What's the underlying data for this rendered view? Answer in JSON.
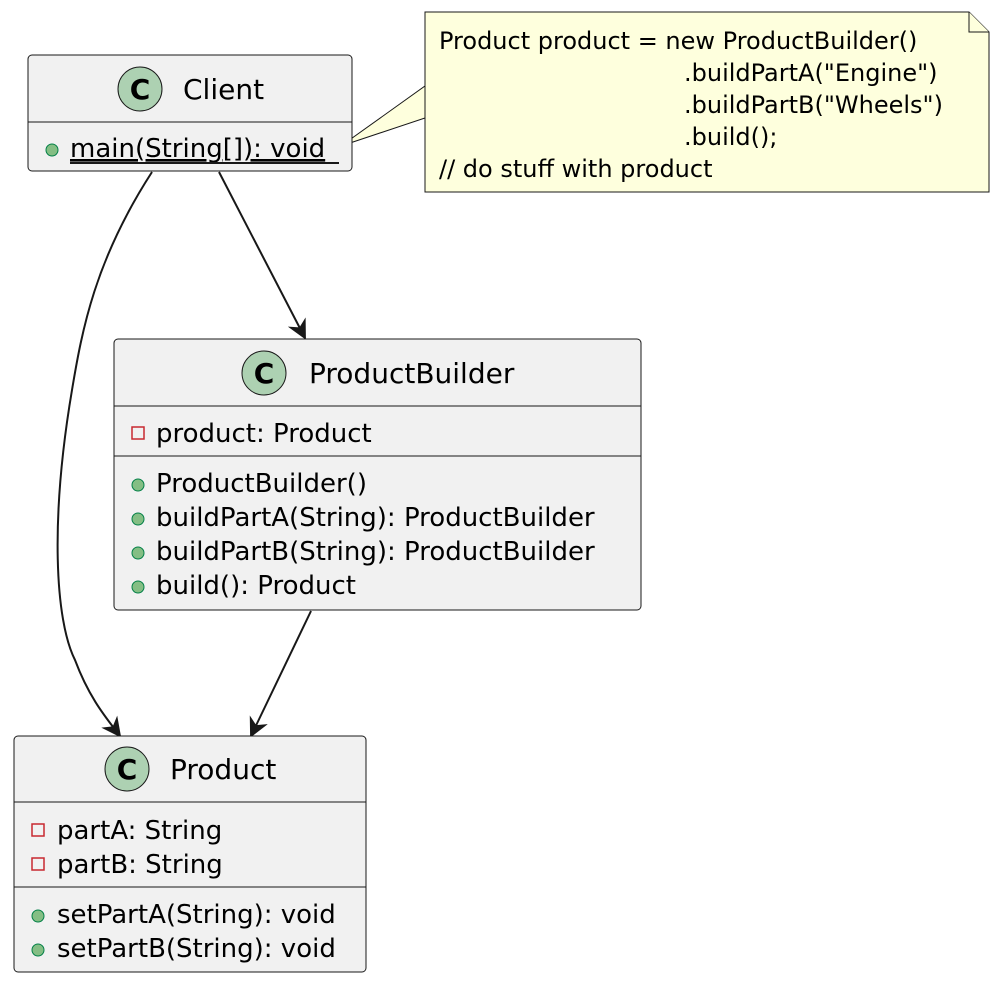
{
  "diagram": {
    "type": "uml-class-diagram",
    "colors": {
      "class_fill": "#F1F1F1",
      "class_border": "#181818",
      "circle_fill": "#ADD1B2",
      "circle_border": "#181818",
      "public_marker": "#84BE84",
      "public_marker_border": "#038048",
      "private_marker_border": "#C82930",
      "note_fill": "#FEFFDD",
      "note_border": "#181818",
      "arrow": "#181818"
    },
    "classes": {
      "client": {
        "stereotype_letter": "C",
        "name": "Client",
        "attributes": [],
        "methods": [
          {
            "visibility": "public",
            "text": "main(String[]): void",
            "static": true
          }
        ]
      },
      "product_builder": {
        "stereotype_letter": "C",
        "name": "ProductBuilder",
        "attributes": [
          {
            "visibility": "private",
            "text": "product: Product"
          }
        ],
        "methods": [
          {
            "visibility": "public",
            "text": "ProductBuilder()"
          },
          {
            "visibility": "public",
            "text": "buildPartA(String): ProductBuilder"
          },
          {
            "visibility": "public",
            "text": "buildPartB(String): ProductBuilder"
          },
          {
            "visibility": "public",
            "text": "build(): Product"
          }
        ]
      },
      "product": {
        "stereotype_letter": "C",
        "name": "Product",
        "attributes": [
          {
            "visibility": "private",
            "text": "partA: String"
          },
          {
            "visibility": "private",
            "text": "partB: String"
          }
        ],
        "methods": [
          {
            "visibility": "public",
            "text": "setPartA(String): void"
          },
          {
            "visibility": "public",
            "text": "setPartB(String): void"
          }
        ]
      }
    },
    "note": {
      "lines": [
        "Product product = new ProductBuilder()",
        ".buildPartA(\"Engine\")",
        ".buildPartB(\"Wheels\")",
        ".build();",
        "// do stuff with product"
      ]
    },
    "relations": [
      {
        "from": "client",
        "to": "product_builder",
        "kind": "association"
      },
      {
        "from": "client",
        "to": "product",
        "kind": "association"
      },
      {
        "from": "product_builder",
        "to": "product",
        "kind": "association"
      }
    ]
  }
}
